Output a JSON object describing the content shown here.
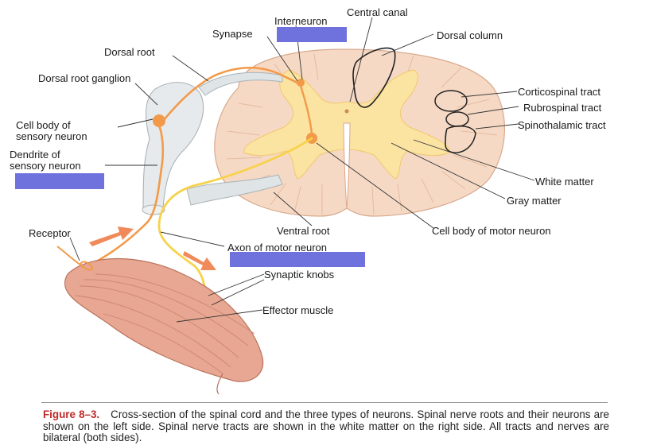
{
  "labels": {
    "central_canal": "Central canal",
    "interneuron": "Interneuron",
    "synapse": "Synapse",
    "dorsal_column": "Dorsal column",
    "dorsal_root": "Dorsal root",
    "dorsal_root_ganglion": "Dorsal root ganglion",
    "corticospinal_tract": "Corticospinal tract",
    "rubrospinal_tract": "Rubrospinal tract",
    "spinothalamic_tract": "Spinothalamic tract",
    "cell_body_sensory_1": "Cell body of",
    "cell_body_sensory_2": "sensory neuron",
    "dendrite_sensory_1": "Dendrite of",
    "dendrite_sensory_2": "sensory neuron",
    "white_matter": "White matter",
    "gray_matter": "Gray matter",
    "ventral_root": "Ventral root",
    "cell_body_motor": "Cell body of motor neuron",
    "receptor": "Receptor",
    "axon_motor": "Axon of motor neuron",
    "synaptic_knobs": "Synaptic knobs",
    "effector_muscle": "Effector muscle"
  },
  "caption": {
    "figure_number": "Figure 8–3.",
    "text": "Cross-section of the spinal cord and the three types of neurons. Spinal nerve roots and their neurons are shown on the left side. Spinal nerve tracts are shown in the white matter on the right side. All tracts and nerves are bilateral (both sides)."
  },
  "colors": {
    "white_matter": "#f6d9c4",
    "gray_matter": "#fbe3a2",
    "neuron": "#f29a4a",
    "motor_axon": "#f7d24a",
    "muscle": "#e8a792",
    "label_mask": "#6f72dd",
    "figure_number": "#c02828"
  }
}
